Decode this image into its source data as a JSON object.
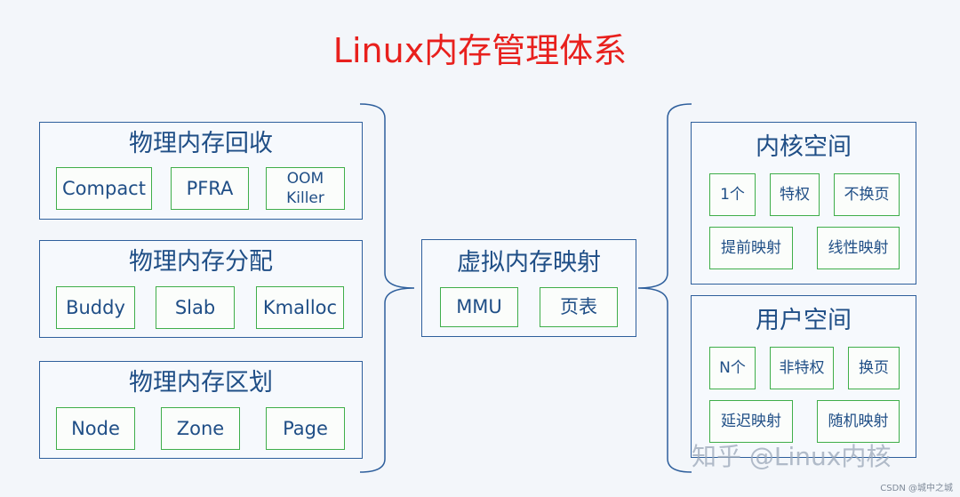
{
  "title": "Linux内存管理体系",
  "left_panels": [
    {
      "title": "物理内存回收",
      "items": [
        "Compact",
        "PFRA",
        "OOM\nKiller"
      ]
    },
    {
      "title": "物理内存分配",
      "items": [
        "Buddy",
        "Slab",
        "Kmalloc"
      ]
    },
    {
      "title": "物理内存区划",
      "items": [
        "Node",
        "Zone",
        "Page"
      ]
    }
  ],
  "center_panel": {
    "title": "虚拟内存映射",
    "items": [
      "MMU",
      "页表"
    ]
  },
  "right_panels": [
    {
      "title": "内核空间",
      "items": [
        "1个",
        "特权",
        "不换页",
        "提前映射",
        "线性映射"
      ]
    },
    {
      "title": "用户空间",
      "items": [
        "N个",
        "非特权",
        "换页",
        "延迟映射",
        "随机映射"
      ]
    }
  ],
  "watermark": "知乎 @Linux内核",
  "footer": "CSDN @城中之城",
  "colors": {
    "title": "#e8201d",
    "panel_border": "#2e5f9c",
    "box_border": "#3fae4a",
    "text": "#1f4e86"
  }
}
